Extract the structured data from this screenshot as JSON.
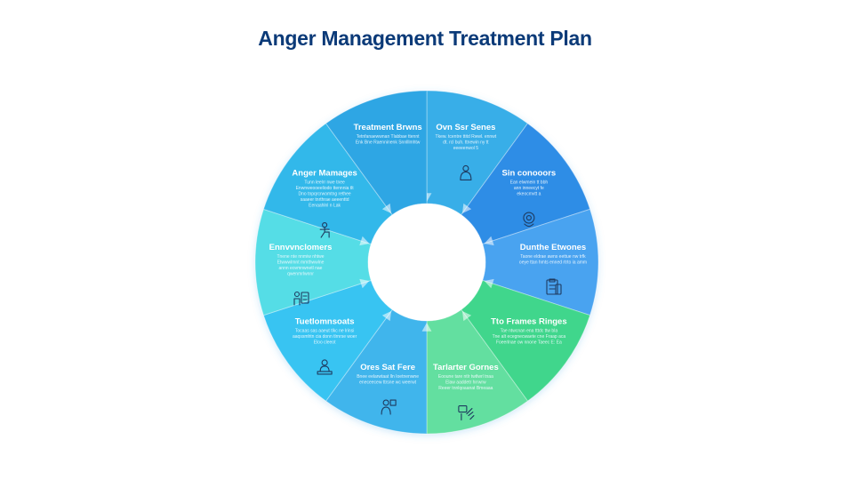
{
  "title": "Anger Management Treatment Plan",
  "segments": [
    {
      "title": "Ovn Ssr Senes",
      "lines": [
        "Tkew. tcentre ttitd  Rwwl. ennwt",
        "dt. rcl  buh. ttnewin ny tt",
        "eeeeenwol 5"
      ],
      "icon": "person-icon",
      "color": "#37aee8"
    },
    {
      "title": "Sin conooors",
      "lines": [
        "Ean elwmein tt bbh",
        "ann inneecyt fe",
        "ekeocmvtt a"
      ],
      "icon": "gear-head-icon",
      "color": "#2f8de6"
    },
    {
      "title": "Dunthe Etwones",
      "lines": [
        "Taone eldrae  awns eettue nw trfk",
        "oeye ttan hmts enned rtrto ia amm"
      ],
      "icon": "clipboard-icon",
      "color": "#48a3f0"
    },
    {
      "title": "Tto Frames Ringes",
      "lines": [
        "Tae ntwcnan ena tttdc ttw bla",
        "Tne aIt  ecegnecwaete cne Fraap aca",
        "Foeerlnae ow nnone Taeec E: Ea"
      ],
      "icon": "",
      "color": "#3fd68c"
    },
    {
      "title": "Tarlarter Gornes",
      "lines": [
        "Eooune tare ntlr twtlwrl tnaa",
        "Elaw aaddetr hrrwrw",
        "Reeer tnnlqoaanat Bmeaaa"
      ],
      "icon": "hands-device-icon",
      "color": "#63dfa0"
    },
    {
      "title": "Ores Sat Fere",
      "lines": [
        "Bnee eelarwtaat lln Ioetnenwne",
        "eneceecew ttrsne wc weerwt"
      ],
      "icon": "person-chart-icon",
      "color": "#3fb5ec"
    },
    {
      "title": "Tuetlomnsoats",
      "lines": [
        "Tocaas  sas aaeut tlkc ne lrinsi",
        "aaqssmhtn cia donn tlrnrse woer",
        "Eloo cleeot"
      ],
      "icon": "person-desk-icon",
      "color": "#38c4f2"
    },
    {
      "title": "Ennvvnclomers",
      "lines": [
        "Tnene nte  nnmiw nhtwe",
        "Etwwwlmnt  mmthwwlne",
        "annn eovmnwnetl nae",
        "qwenmrlwnnr"
      ],
      "icon": "person-screen-icon",
      "color": "#55dde6"
    },
    {
      "title": "Anger Mamages",
      "lines": [
        "Tunn  leelrr  nwe tnee",
        "Enwnweooeeliodo  ttennnia tlt",
        "Dno tnpqrcrwomtng rethee",
        "saaeer tnrthrae aeeenttd",
        "Eenaahlnl n Lak"
      ],
      "icon": "person-sitting-icon",
      "color": "#32b8ea"
    },
    {
      "title": "Treatment Brwns",
      "lines": [
        "Tetnfanaewwnan  Tlabbae ttennt",
        "Enk Bne Raenninenk   Snnlllmhtw"
      ],
      "icon": "",
      "color": "#2fa6e4"
    }
  ]
}
